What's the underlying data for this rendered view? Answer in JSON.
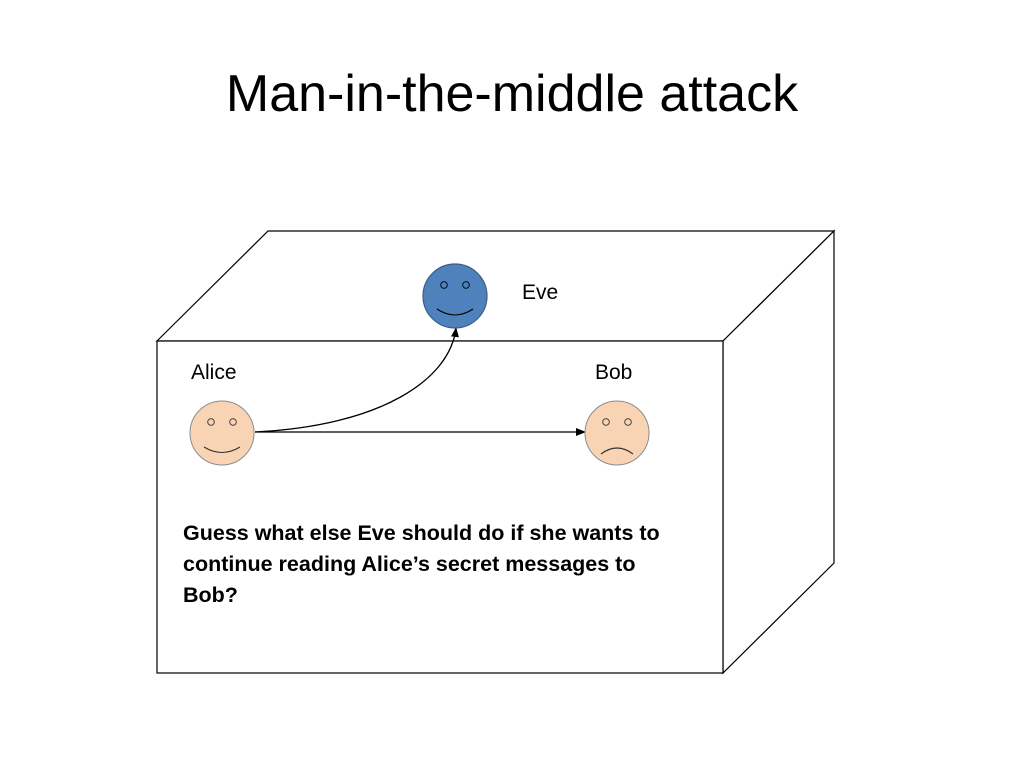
{
  "slide": {
    "title": "Man-in-the-middle attack",
    "question": "Guess what else Eve should do if she wants to continue reading Alice’s secret messages to Bob?"
  },
  "people": {
    "alice": {
      "name": "Alice",
      "mood": "happy",
      "face_color": "#F8D4B4"
    },
    "bob": {
      "name": "Bob",
      "mood": "sad",
      "face_color": "#F8D4B4"
    },
    "eve": {
      "name": "Eve",
      "mood": "happy",
      "face_color": "#4F81BD"
    }
  },
  "arrows": [
    {
      "from": "Alice",
      "to": "Eve",
      "shape": "curved"
    },
    {
      "from": "Alice",
      "to": "Bob",
      "shape": "straight"
    }
  ],
  "colors": {
    "line": "#000000",
    "skin": "#F8D4B4",
    "eve_blue": "#4F81BD",
    "eve_outline": "#385D8A"
  }
}
